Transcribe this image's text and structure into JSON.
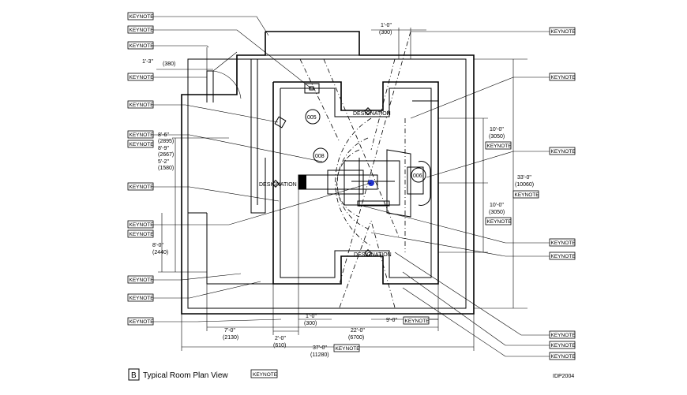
{
  "keynote_label": "KEYNOTE",
  "title": {
    "letter": "B",
    "text": "Typical Room Plan View",
    "keynote": "KEYNOTE",
    "sheet_id": "IDP2004"
  },
  "room_labels": {
    "designation_top": "DESIGNATION",
    "designation_bottom": "DESIGNATION",
    "designation_left": "DESIGNATION"
  },
  "tags": [
    "005",
    "008",
    "006"
  ],
  "dimensions": {
    "top_1_0": "1'-0\"",
    "top_300": "(300)",
    "left_1_3": "1'-3\"",
    "left_380": "(380)",
    "d_8_6": "8'-6\"",
    "d_2896": "(2895)",
    "d_8_9": "8'-9\"",
    "d_2667": "(2667)",
    "d_5_2": "5'-2\"",
    "d_1580": "(1580)",
    "d_8_0": "8'-0\"",
    "d_2440": "(2440)",
    "r_10_0a": "10'-0\"",
    "r_3050a": "(3050)",
    "r_33_0": "33'-0\"",
    "r_10060": "(10060)",
    "r_10_0b": "10'-0\"",
    "r_3050b": "(3050)",
    "b_7_0": "7'-0\"",
    "b_2130": "(2130)",
    "b_2_0": "2'-0\"",
    "b_610": "(610)",
    "b_1_0": "1'-0\"",
    "b_300": "(300)",
    "b_22_0": "22'-0\"",
    "b_6700": "(6700)",
    "b_9_0": "9'-0\"",
    "b_37_0": "37'-0\"",
    "b_11280": "(11280)"
  }
}
